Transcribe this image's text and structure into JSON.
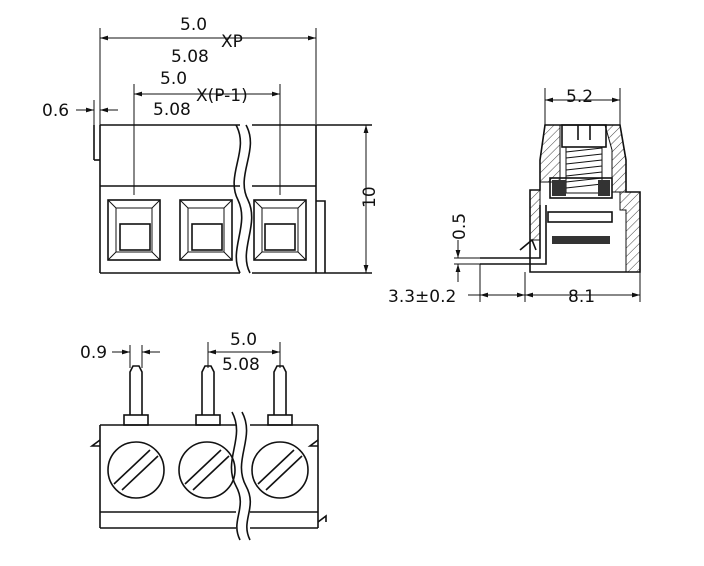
{
  "drawing": {
    "front_view": {
      "pitch_label_top": "5.0",
      "pitch_label_bottom": "5.08",
      "pitch_suffix": "XP",
      "inner_pitch_label_top": "5.0",
      "inner_pitch_label_bottom": "5.08",
      "inner_pitch_suffix": "X(P-1)",
      "offset_label": "0.6",
      "height_label": "10"
    },
    "side_view": {
      "width_label": "5.2",
      "pin_thickness_label": "0.5",
      "pin_length_label": "3.3±0.2",
      "depth_label": "8.1"
    },
    "bottom_view": {
      "pin_width_label": "0.9",
      "pitch_label_top": "5.0",
      "pitch_label_bottom": "5.08"
    }
  },
  "colors": {
    "line": "#111111",
    "background": "#ffffff"
  }
}
